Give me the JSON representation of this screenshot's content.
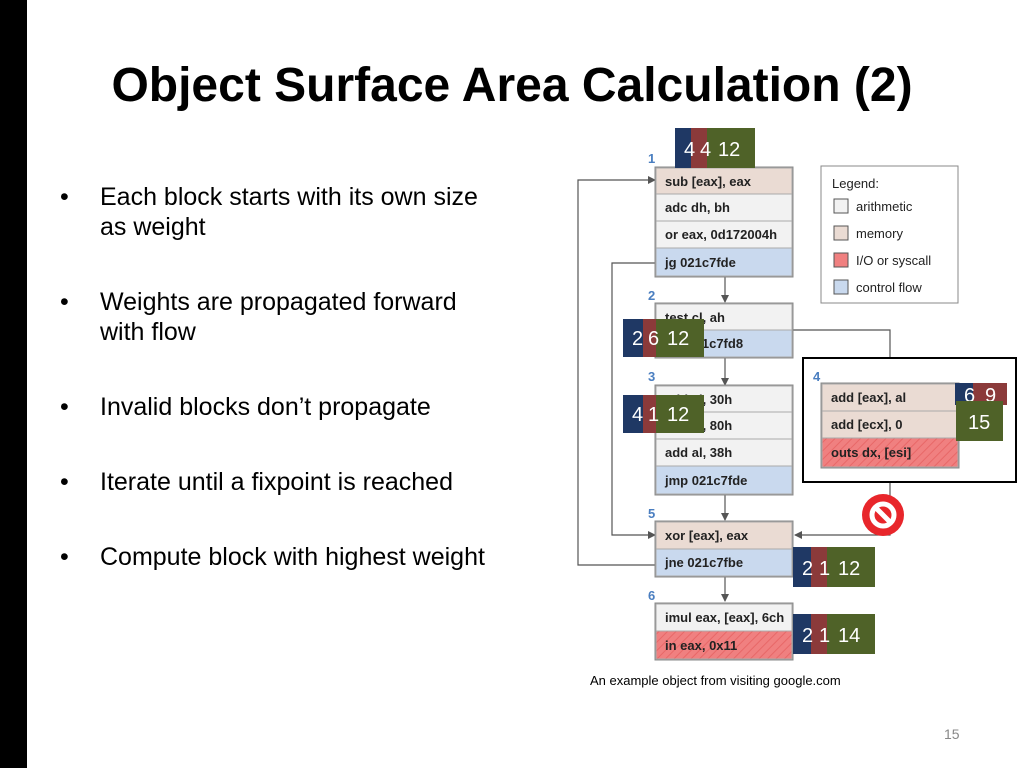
{
  "title": "Object Surface Area Calculation (2)",
  "bullets": [
    "Each block starts with its own size as weight",
    "Weights are propagated forward with flow",
    "Invalid blocks don’t propagate",
    "Iterate until a fixpoint is reached",
    "Compute block with highest weight"
  ],
  "bullet_symbol": "•",
  "legend": {
    "title": "Legend:",
    "items": [
      {
        "label": "arithmetic",
        "color": "#f2f2f2"
      },
      {
        "label": "memory",
        "color": "#eadbd3"
      },
      {
        "label": "I/O or syscall",
        "color": "#f08080"
      },
      {
        "label": "control flow",
        "color": "#c9d9ee"
      }
    ]
  },
  "blocks": [
    {
      "num": "1",
      "lines": [
        "sub [eax], eax",
        "adc dh, bh",
        "or eax, 0d172004h",
        "jg 021c7fde"
      ]
    },
    {
      "num": "2",
      "lines": [
        "test cl, ah",
        "jge 021c7fd8"
      ]
    },
    {
      "num": "3",
      "lines": [
        "add al, 30h",
        "add al, 80h",
        "add al, 38h",
        "jmp 021c7fde"
      ]
    },
    {
      "num": "4",
      "lines": [
        "add [eax], al",
        "add [ecx], 0",
        "outs dx, [esi]"
      ]
    },
    {
      "num": "5",
      "lines": [
        "xor [eax], eax",
        "jne 021c7fbe"
      ]
    },
    {
      "num": "6",
      "lines": [
        "imul eax, [eax], 6ch",
        "in eax, 0x11"
      ]
    }
  ],
  "weights": {
    "b1": [
      "4",
      "4",
      "12"
    ],
    "b2": [
      "2",
      "6",
      "12"
    ],
    "b3": [
      "4",
      "1",
      "12"
    ],
    "b4": [
      "6",
      "9",
      "15"
    ],
    "b5": [
      "2",
      "1",
      "12"
    ],
    "b6": [
      "2",
      "1",
      "14"
    ]
  },
  "colors": {
    "navy": "#1f3864",
    "red": "#8b3a3a",
    "green": "#4f6228",
    "stop": "#e8262b"
  },
  "caption": "An example object from visiting google.com",
  "page_number": "15"
}
